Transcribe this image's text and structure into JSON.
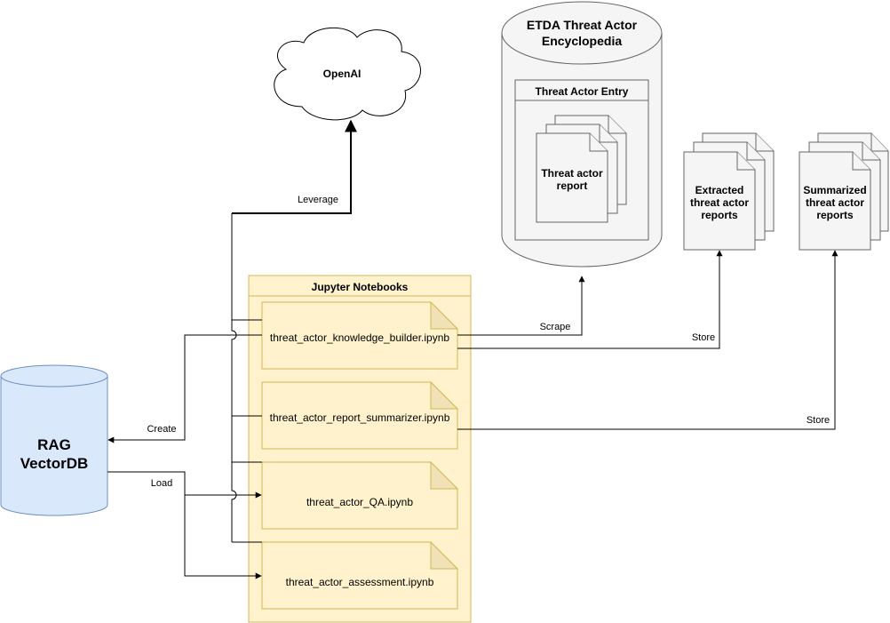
{
  "openai": {
    "label": "OpenAI"
  },
  "etda": {
    "title_line1": "ETDA Threat Actor",
    "title_line2": "Encyclopedia",
    "entry_title": "Threat Actor Entry",
    "report_line1": "Threat actor",
    "report_line2": "report"
  },
  "extracted": {
    "line1": "Extracted",
    "line2": "threat actor",
    "line3": "reports"
  },
  "summarized": {
    "line1": "Summarized",
    "line2": "threat actor",
    "line3": "reports"
  },
  "notebooks": {
    "title": "Jupyter Notebooks",
    "items": [
      {
        "name": "threat_actor_knowledge_builder.ipynb"
      },
      {
        "name": "threat_actor_report_summarizer.ipynb"
      },
      {
        "name": "threat_actor_QA.ipynb"
      },
      {
        "name": "threat_actor_assessment.ipynb"
      }
    ]
  },
  "ragdb": {
    "line1": "RAG",
    "line2": "VectorDB"
  },
  "edges": {
    "leverage": "Leverage",
    "scrape": "Scrape",
    "store_extracted": "Store",
    "store_summarized": "Store",
    "create": "Create",
    "load": "Load"
  },
  "colors": {
    "notebook_fill": "#fff2cc",
    "notebook_stroke": "#d6b656",
    "db_fill": "#dae8fc",
    "db_stroke": "#6c8ebf",
    "gray_fill": "#f5f5f5",
    "gray_stroke": "#666666"
  }
}
